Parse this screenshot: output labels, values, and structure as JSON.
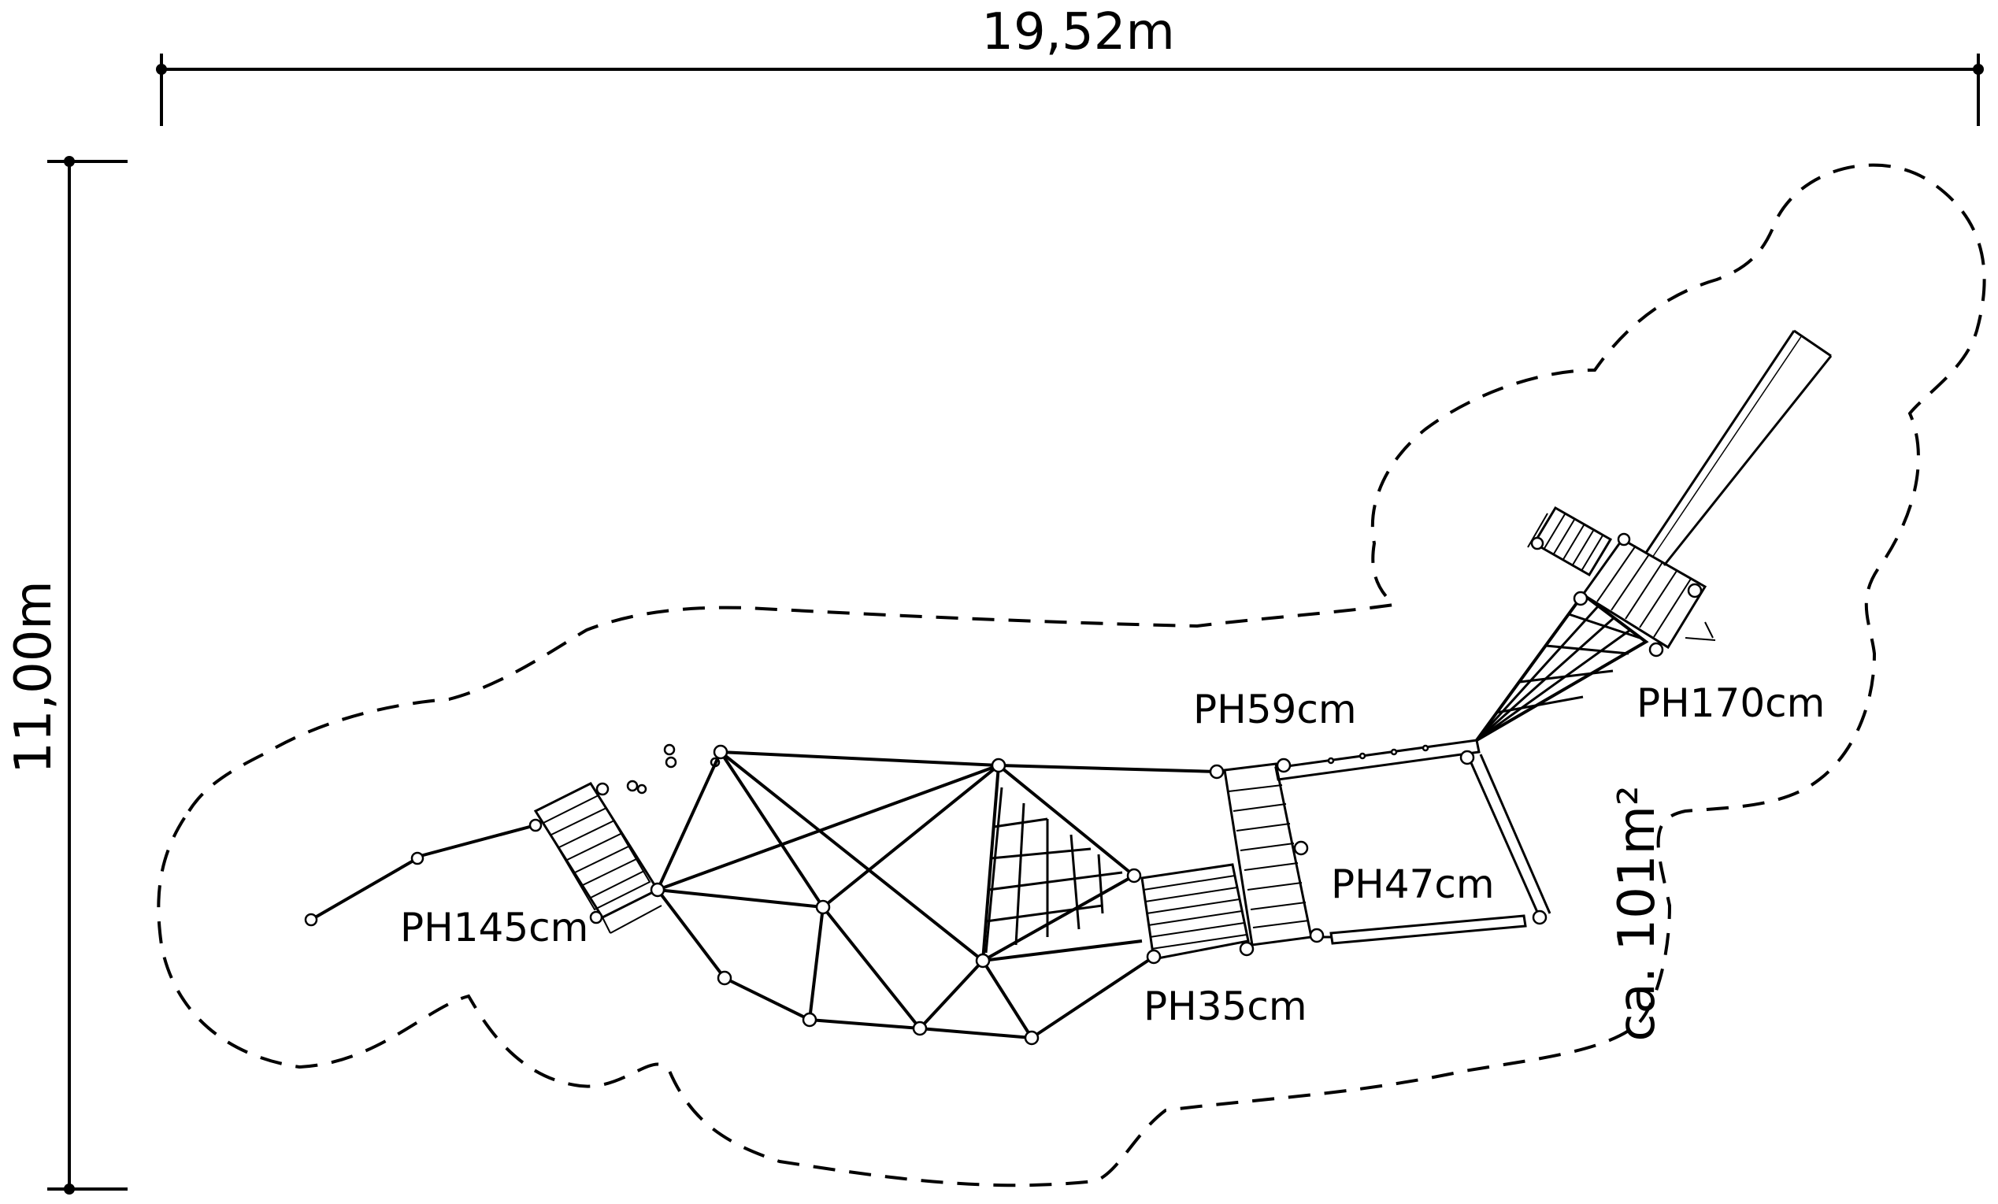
{
  "dimensions": {
    "width": "19,52m",
    "height": "11,00m"
  },
  "area": "ca. 101m²",
  "platform_heights": {
    "ph145": "PH145cm",
    "ph59": "PH59cm",
    "ph47": "PH47cm",
    "ph35": "PH35cm",
    "ph170": "PH170cm"
  },
  "colors": {
    "ink": "#000000",
    "background": "#ffffff"
  }
}
